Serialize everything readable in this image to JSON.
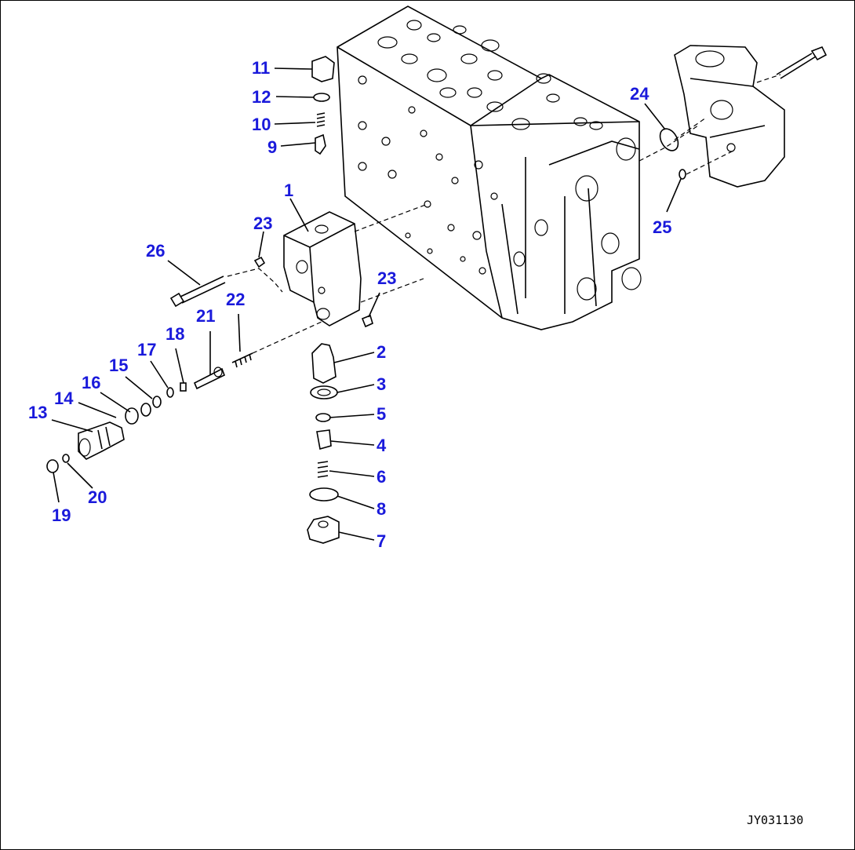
{
  "drawing_code": "JY031130",
  "callouts": [
    {
      "id": "c1",
      "label": "1"
    },
    {
      "id": "c2",
      "label": "2"
    },
    {
      "id": "c3",
      "label": "3"
    },
    {
      "id": "c4",
      "label": "4"
    },
    {
      "id": "c5",
      "label": "5"
    },
    {
      "id": "c6",
      "label": "6"
    },
    {
      "id": "c7",
      "label": "7"
    },
    {
      "id": "c8",
      "label": "8"
    },
    {
      "id": "c9",
      "label": "9"
    },
    {
      "id": "c10",
      "label": "10"
    },
    {
      "id": "c11",
      "label": "11"
    },
    {
      "id": "c12",
      "label": "12"
    },
    {
      "id": "c13",
      "label": "13"
    },
    {
      "id": "c14",
      "label": "14"
    },
    {
      "id": "c15",
      "label": "15"
    },
    {
      "id": "c16",
      "label": "16"
    },
    {
      "id": "c17",
      "label": "17"
    },
    {
      "id": "c18",
      "label": "18"
    },
    {
      "id": "c19",
      "label": "19"
    },
    {
      "id": "c20",
      "label": "20"
    },
    {
      "id": "c21",
      "label": "21"
    },
    {
      "id": "c22",
      "label": "22"
    },
    {
      "id": "c23a",
      "label": "23"
    },
    {
      "id": "c23b",
      "label": "23"
    },
    {
      "id": "c24",
      "label": "24"
    },
    {
      "id": "c25",
      "label": "25"
    },
    {
      "id": "c26",
      "label": "26"
    }
  ],
  "colors": {
    "callout": "#1a1adb",
    "line": "#000000",
    "background": "#ffffff"
  }
}
